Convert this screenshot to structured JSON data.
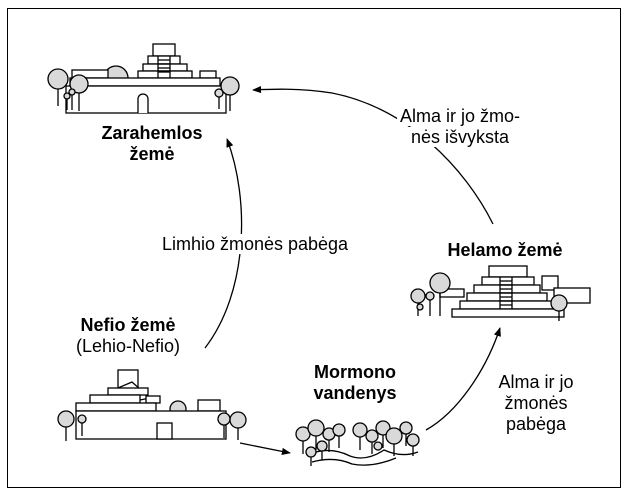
{
  "places": {
    "zarahemla": {
      "line1": "Zarahemlos",
      "line2": "žemė"
    },
    "helam": {
      "name": "Helamo žemė"
    },
    "nephi": {
      "name": "Nefio žemė",
      "alt": "(Lehio-Nefio)"
    },
    "mormon": {
      "line1": "Mormono",
      "line2": "vandenys"
    }
  },
  "journeys": {
    "alma_departs": {
      "line1": "Alma ir jo žmo-",
      "line2": "nės išvyksta"
    },
    "limhi_escape": {
      "label": "Limhio žmonės pabėga"
    },
    "alma_escape": {
      "line1": "Alma ir jo",
      "line2": "žmonės",
      "line3": "pabėga"
    }
  }
}
